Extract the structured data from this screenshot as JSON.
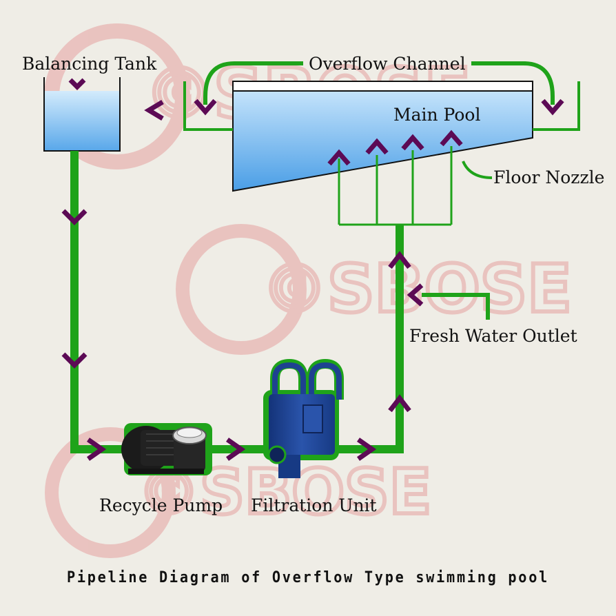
{
  "title": "Pipeline Diagram of Overflow Type swimming pool",
  "labels": {
    "balancing_tank": "Balancing Tank",
    "overflow_channel": "Overflow Channel",
    "main_pool": "Main Pool",
    "floor_nozzle": "Floor Nozzle",
    "fresh_water_outlet": "Fresh Water Outlet",
    "recycle_pump": "Recycle Pump",
    "filtration_unit": "Filtration Unit"
  },
  "watermark": "©SBOSE",
  "colors": {
    "pipe": "#1fa31a",
    "arrow": "#5c0a55",
    "water_top": "#b9dcf7",
    "water_bottom": "#4a9ee6",
    "equipment": "#1c3f92",
    "pump": "#1a1a1a",
    "watermark": "#e59a9a"
  }
}
